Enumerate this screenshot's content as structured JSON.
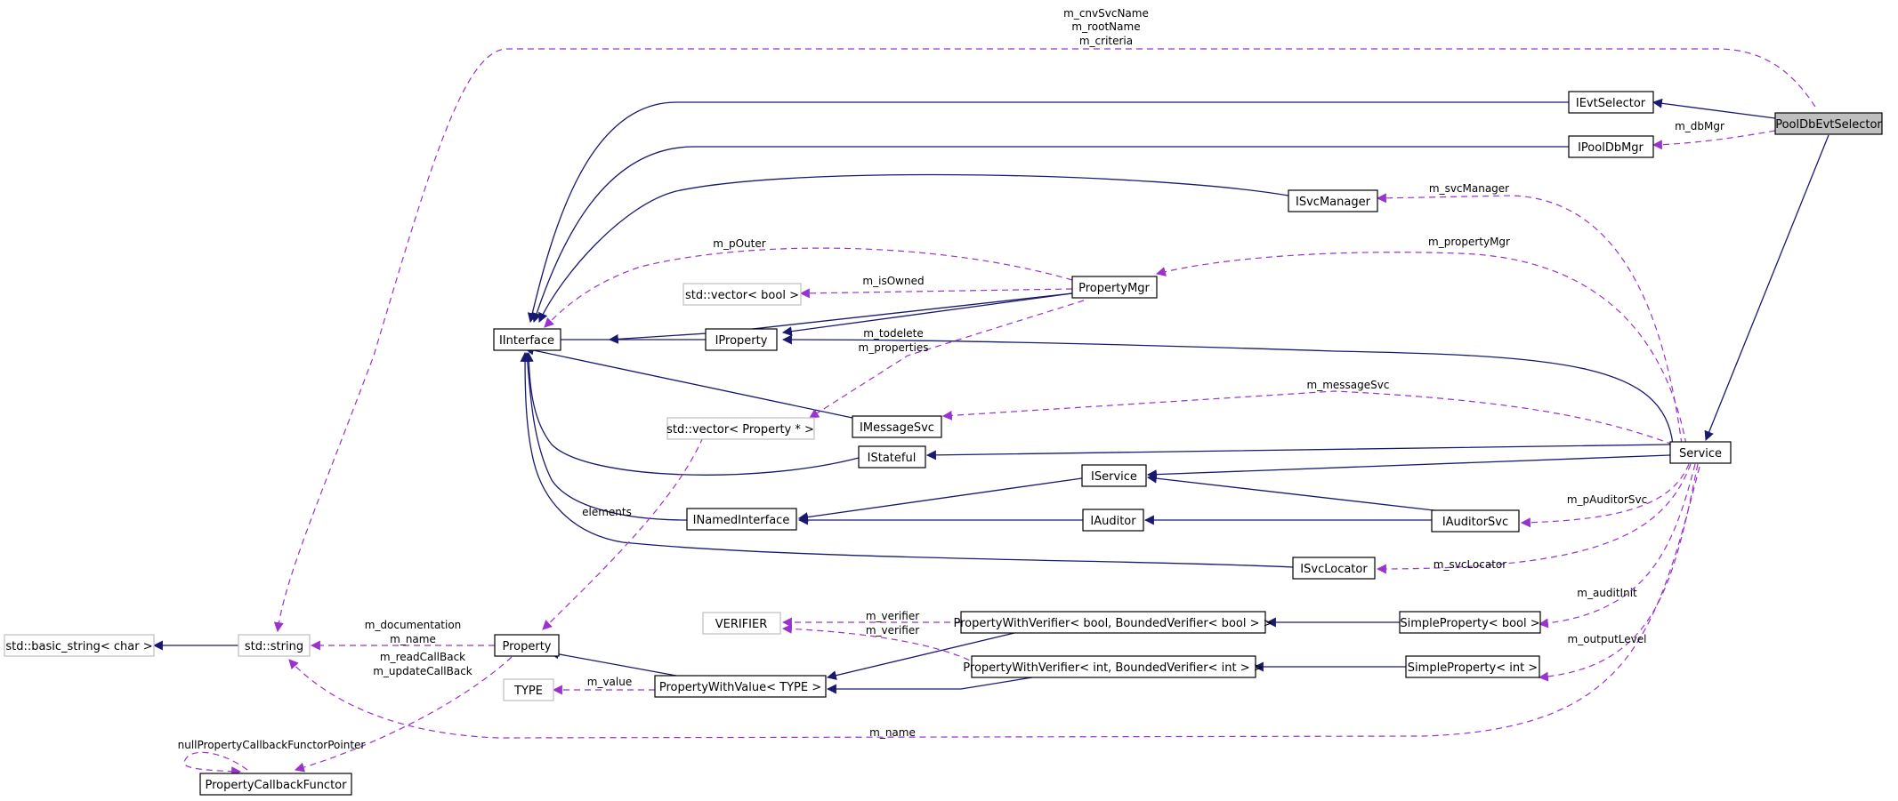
{
  "nodes": {
    "pooldbevtselector": "PoolDbEvtSelector",
    "ievtselector": "IEvtSelector",
    "ipooldbmgr": "IPoolDbMgr",
    "isvcmanager": "ISvcManager",
    "propertymgr": "PropertyMgr",
    "vector_bool": "std::vector< bool >",
    "iinterface": "IInterface",
    "iproperty": "IProperty",
    "imessagesvc": "IMessageSvc",
    "vector_property": "std::vector< Property * >",
    "istateful": "IStateful",
    "iservice": "IService",
    "service": "Service",
    "inamedinterface": "INamedInterface",
    "iauditor": "IAuditor",
    "iauditorsvc": "IAuditorSvc",
    "isvclocator": "ISvcLocator",
    "verifier": "VERIFIER",
    "pwv_bool": "PropertyWithVerifier< bool, BoundedVerifier< bool > >",
    "simpleproperty_bool": "SimpleProperty< bool >",
    "basic_string": "std::basic_string< char >",
    "std_string": "std::string",
    "property": "Property",
    "pwv_int": "PropertyWithVerifier< int, BoundedVerifier< int > >",
    "simpleproperty_int": "SimpleProperty< int >",
    "type": "TYPE",
    "propertywithvalue": "PropertyWithValue< TYPE >",
    "propertycallbackfunctor": "PropertyCallbackFunctor"
  },
  "edge_labels": {
    "m_cnvsvcname": "m_cnvSvcName",
    "m_rootname": "m_rootName",
    "m_criteria": "m_criteria",
    "m_dbmgr": "m_dbMgr",
    "m_svcmanager": "m_svcManager",
    "m_pouter": "m_pOuter",
    "m_propertymgr": "m_propertyMgr",
    "m_isowned": "m_isOwned",
    "m_todelete": "m_todelete",
    "m_properties": "m_properties",
    "m_messagesvc": "m_messageSvc",
    "m_pauditorsvc": "m_pAuditorSvc",
    "elements": "elements",
    "m_svclocator": "m_svcLocator",
    "m_auditinit": "m_auditInit",
    "m_verifier_1": "m_verifier",
    "m_verifier_2": "m_verifier",
    "m_outputlevel": "m_outputLevel",
    "m_documentation": "m_documentation",
    "m_name_1": "m_name",
    "m_readcallback": "m_readCallBack",
    "m_updatecallback": "m_updateCallBack",
    "m_value": "m_value",
    "m_name_2": "m_name",
    "nullpropertycallbackfunctorpointer": "nullPropertyCallbackFunctorPointer"
  }
}
